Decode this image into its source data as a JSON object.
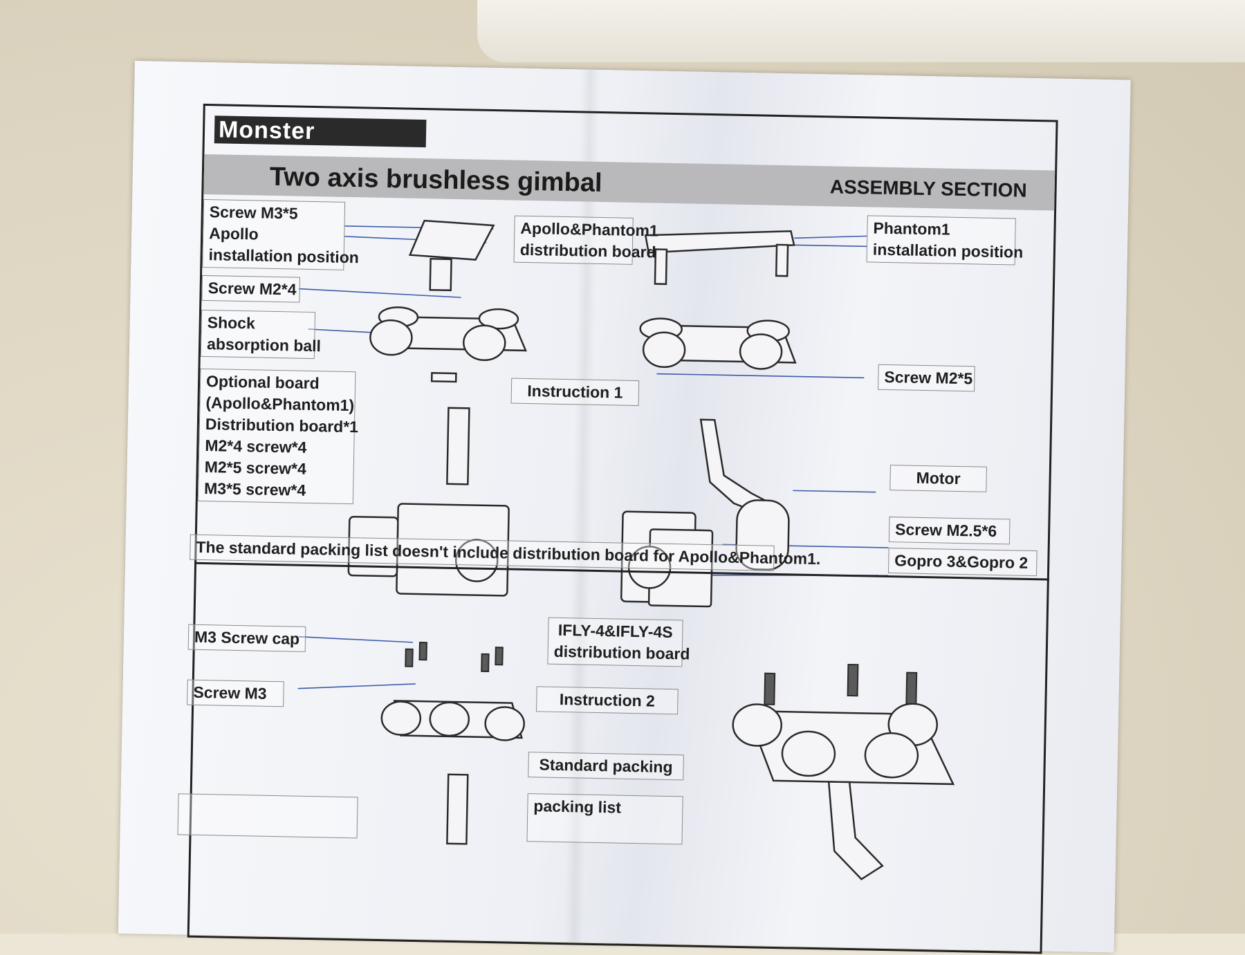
{
  "header": {
    "brand": "Monster",
    "title": "Two axis brushless gimbal",
    "section": "ASSEMBLY SECTION"
  },
  "labels": {
    "screw_m3_5": [
      "Screw M3*5",
      "Apollo",
      "installation position"
    ],
    "apollo_board": [
      "Apollo&Phantom1",
      "distribution board"
    ],
    "phantom1_pos": [
      "Phantom1",
      "installation position"
    ],
    "screw_m2_4": [
      "Screw M2*4"
    ],
    "shock_ball": [
      "Shock",
      "absorption ball"
    ],
    "screw_m2_5": [
      "Screw M2*5"
    ],
    "optional_board": [
      "Optional board",
      "(Apollo&Phantom1)",
      "Distribution board*1",
      "M2*4 screw*4",
      "M2*5 screw*4",
      "M3*5 screw*4"
    ],
    "instruction1": [
      "Instruction 1"
    ],
    "motor": [
      "Motor"
    ],
    "screw_m2_5_6": [
      "Screw M2.5*6"
    ],
    "gopro": [
      "Gopro 3&Gopro 2"
    ],
    "packing_note": [
      "The standard packing list doesn't include distribution board for Apollo&Phantom1."
    ],
    "m3_cap": [
      "M3 Screw cap"
    ],
    "ifly_board": [
      "IFLY-4&IFLY-4S",
      "distribution board"
    ],
    "screw_m3": [
      "Screw M3"
    ],
    "instruction2": [
      "Instruction 2"
    ],
    "standard_packing": [
      "Standard packing"
    ],
    "packing_list": [
      "packing list"
    ]
  }
}
